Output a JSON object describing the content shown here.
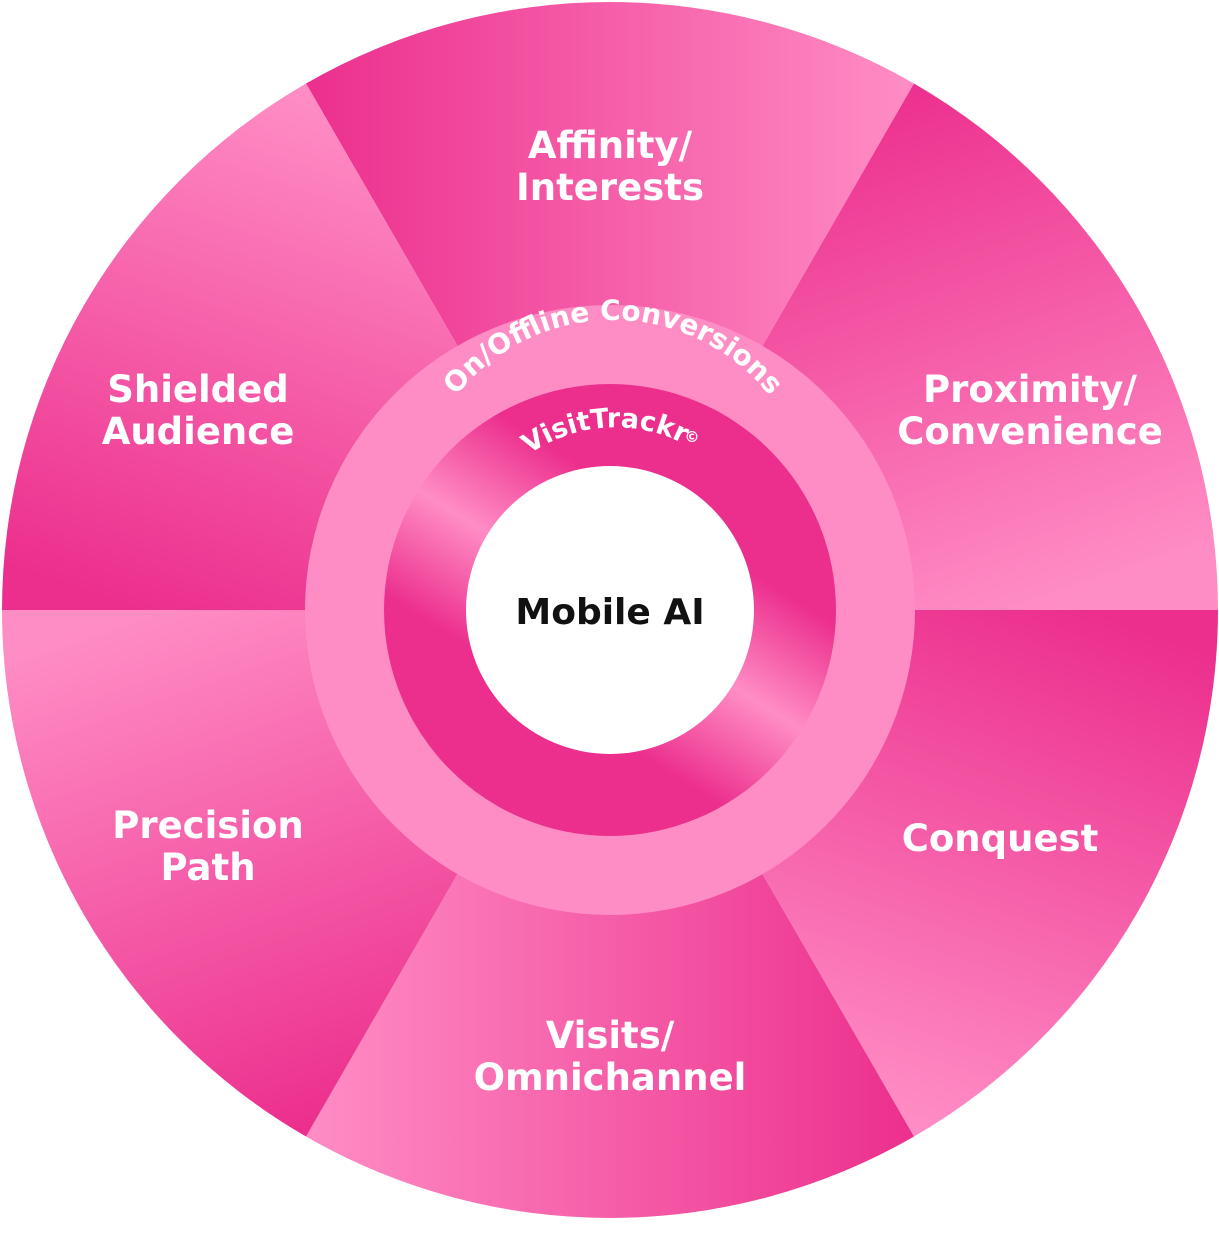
{
  "diagram": {
    "center_label": "Mobile AI",
    "outer_ring_label": "On/Offline Conversions",
    "inner_ring_label": "VisitTrackr",
    "inner_ring_mark": "©",
    "segments": [
      {
        "id": "affinity",
        "lines": [
          "Affinity/",
          "Interests"
        ]
      },
      {
        "id": "proximity",
        "lines": [
          "Proximity/",
          "Convenience"
        ]
      },
      {
        "id": "conquest",
        "lines": [
          "Conquest"
        ]
      },
      {
        "id": "visits",
        "lines": [
          "Visits/",
          "Omnichannel"
        ]
      },
      {
        "id": "precision",
        "lines": [
          "Precision",
          "Path"
        ]
      },
      {
        "id": "shielded",
        "lines": [
          "Shielded",
          "Audience"
        ]
      }
    ],
    "colors": {
      "deep_pink": "#ec2f8d",
      "light_pink": "#ff8dc5",
      "center_fill": "#ffffff",
      "label_text": "#ffffff",
      "center_text": "#111111"
    }
  }
}
